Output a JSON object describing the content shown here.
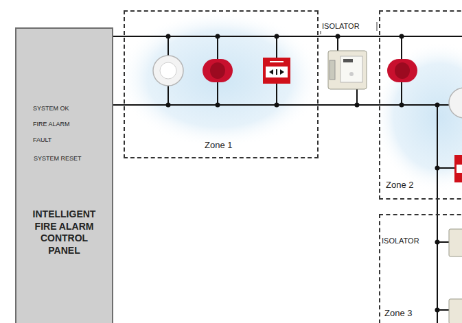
{
  "diagram": {
    "nodes": [
      {
        "text": [
          "INTELLIGENT FIRE ALARM CONTROL PANEL"
        ]
      },
      {
        "text": [
          "Zone 1"
        ]
      },
      {
        "text": [
          "Zone 2"
        ]
      },
      {
        "text": [
          "Zone 3"
        ]
      }
    ],
    "edges": [
      {
        "from": 0,
        "to": 1,
        "arrow": "none"
      },
      {
        "from": 1,
        "to": 2,
        "arrow": "none"
      },
      {
        "from": 2,
        "to": 3,
        "arrow": "none"
      }
    ],
    "labels": [
      "ISOLATOR",
      "SYSTEM OK",
      "FIRE ALARM",
      "FAULT",
      "SYSTEM RESET",
      "ISOLATOR"
    ]
  }
}
